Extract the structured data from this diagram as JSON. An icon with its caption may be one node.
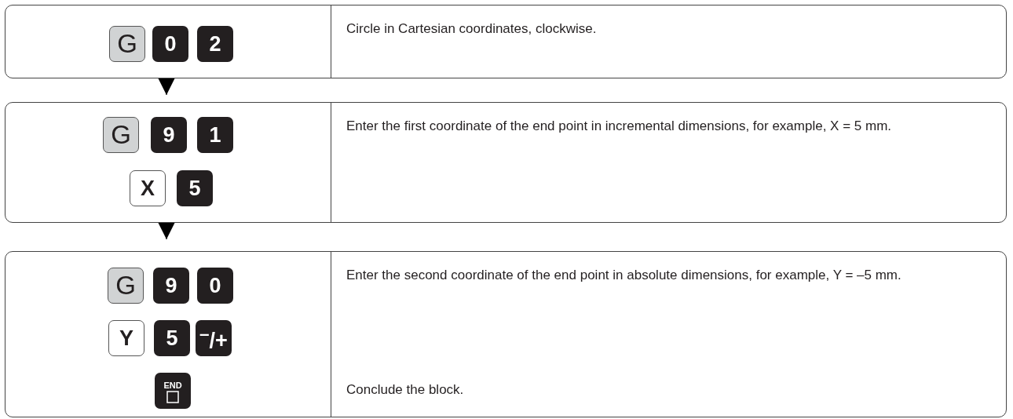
{
  "diagram": {
    "nodes": [
      {
        "text": [
          "Circle in Cartesian coordinates, clockwise."
        ]
      },
      {
        "text": [
          "G"
        ],
        "in": 0
      },
      {
        "text": [
          "0"
        ],
        "in": 0
      },
      {
        "text": [
          "2"
        ],
        "in": 0
      },
      {
        "text": [
          "Enter the first coordinate of the end point in incremental dimensions, for example, X = 5 mm."
        ]
      },
      {
        "text": [
          "G"
        ],
        "in": 4
      },
      {
        "text": [
          "9"
        ],
        "in": 4
      },
      {
        "text": [
          "1"
        ],
        "in": 4
      },
      {
        "text": [
          "X"
        ],
        "in": 4
      },
      {
        "text": [
          "5"
        ],
        "in": 4
      },
      {
        "text": [
          "Enter the second coordinate of the end point in absolute dimensions, for example, Y = –5 mm.",
          "Conclude the block."
        ]
      },
      {
        "text": [
          "G"
        ],
        "in": 10
      },
      {
        "text": [
          "9"
        ],
        "in": 10
      },
      {
        "text": [
          "0"
        ],
        "in": 10
      },
      {
        "text": [
          "Y"
        ],
        "in": 10
      },
      {
        "text": [
          "5"
        ],
        "in": 10
      },
      {
        "text": [
          "$^{–}$/+"
        ],
        "in": 10
      },
      {
        "text": [
          "END"
        ],
        "in": 10
      }
    ],
    "edges": [
      {
        "from": 0,
        "to": 4,
        "arrow": "to"
      },
      {
        "from": 4,
        "to": 10,
        "arrow": "to"
      }
    ]
  }
}
